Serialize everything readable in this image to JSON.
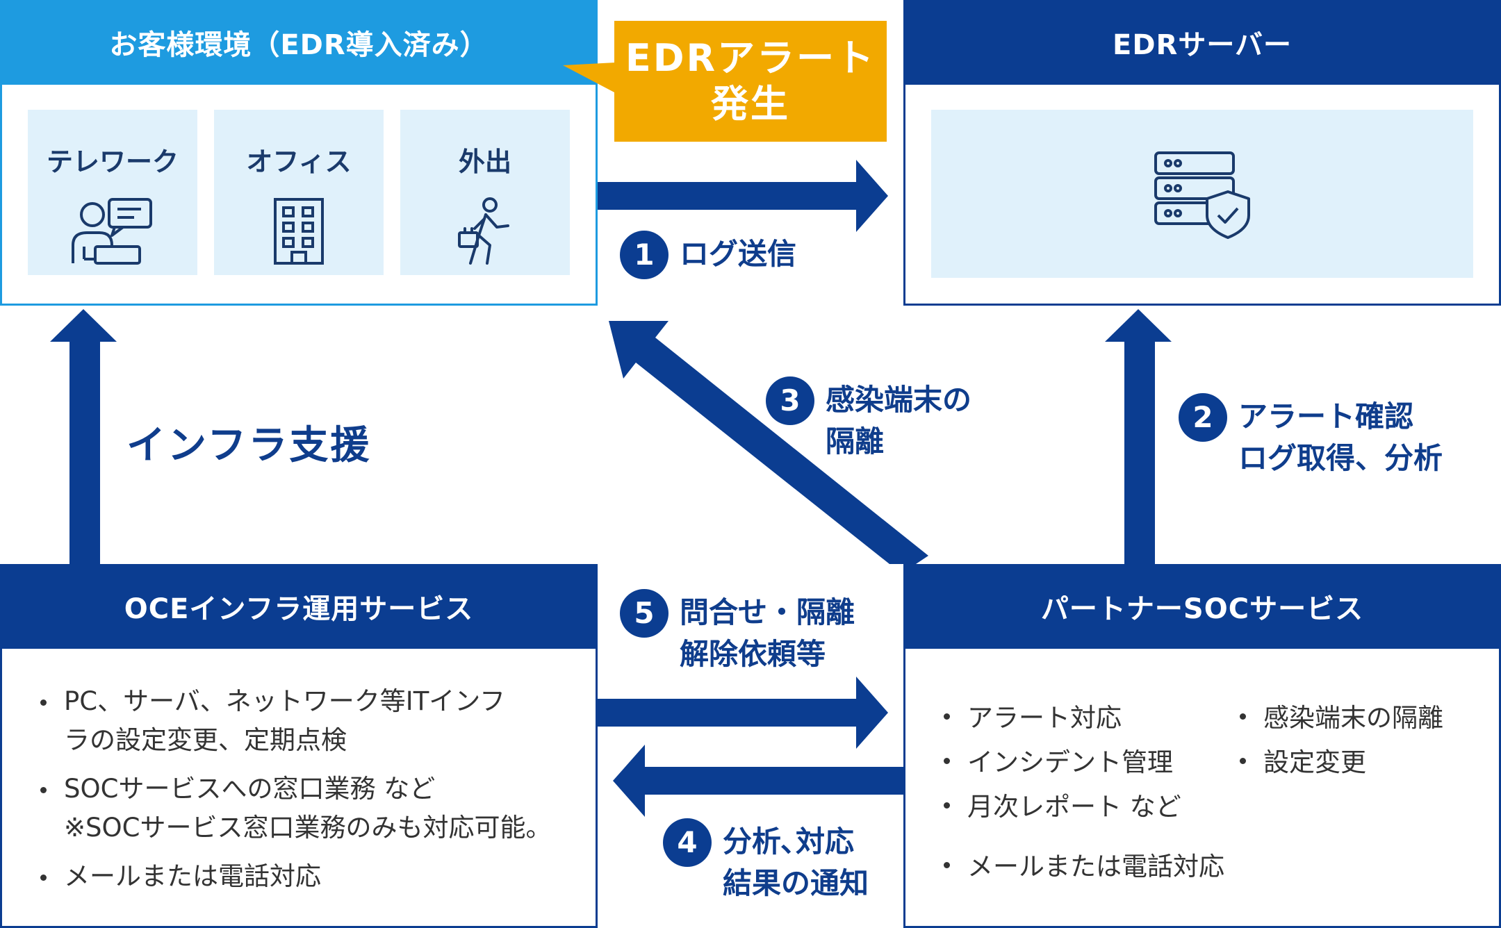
{
  "customer_env": {
    "title": "お客様環境（EDR導入済み）",
    "tiles": [
      {
        "label": "テレワーク",
        "icon": "telework-person-icon"
      },
      {
        "label": "オフィス",
        "icon": "office-building-icon"
      },
      {
        "label": "外出",
        "icon": "walking-person-icon"
      }
    ]
  },
  "alert_badge": {
    "label": "EDRアラート\n発生"
  },
  "edr_server": {
    "title": "EDRサーバー",
    "icon": "server-shield-icon"
  },
  "oce_service": {
    "title": "OCEインフラ運用サービス",
    "items": [
      "PC、サーバ、ネットワーク等ITインフ\nラの設定変更、定期点検",
      "SOCサービスへの窓口業務 など\n※SOCサービス窓口業務のみも対応可能。",
      "メールまたは電話対応"
    ]
  },
  "partner_soc": {
    "title": "パートナーSOCサービス",
    "items_left": [
      "アラート対応",
      "インシデント管理",
      "月次レポート など"
    ],
    "items_right": [
      "感染端末の隔離",
      "設定変更"
    ],
    "items_bottom": [
      "メールまたは電話対応"
    ]
  },
  "infra_support_label": "インフラ支援",
  "steps": [
    {
      "num": "1",
      "text": "ログ送信"
    },
    {
      "num": "2",
      "text": "アラート確認\nログ取得、分析"
    },
    {
      "num": "3",
      "text": "感染端末の\n隔離"
    },
    {
      "num": "4",
      "text": "分析､対応\n結果の通知"
    },
    {
      "num": "5",
      "text": "問合せ・隔離\n解除依頼等"
    }
  ],
  "colors": {
    "navy": "#0b3d91",
    "sky": "#1e9be0",
    "tile": "#e0f1fb",
    "alert": "#f2a900"
  }
}
